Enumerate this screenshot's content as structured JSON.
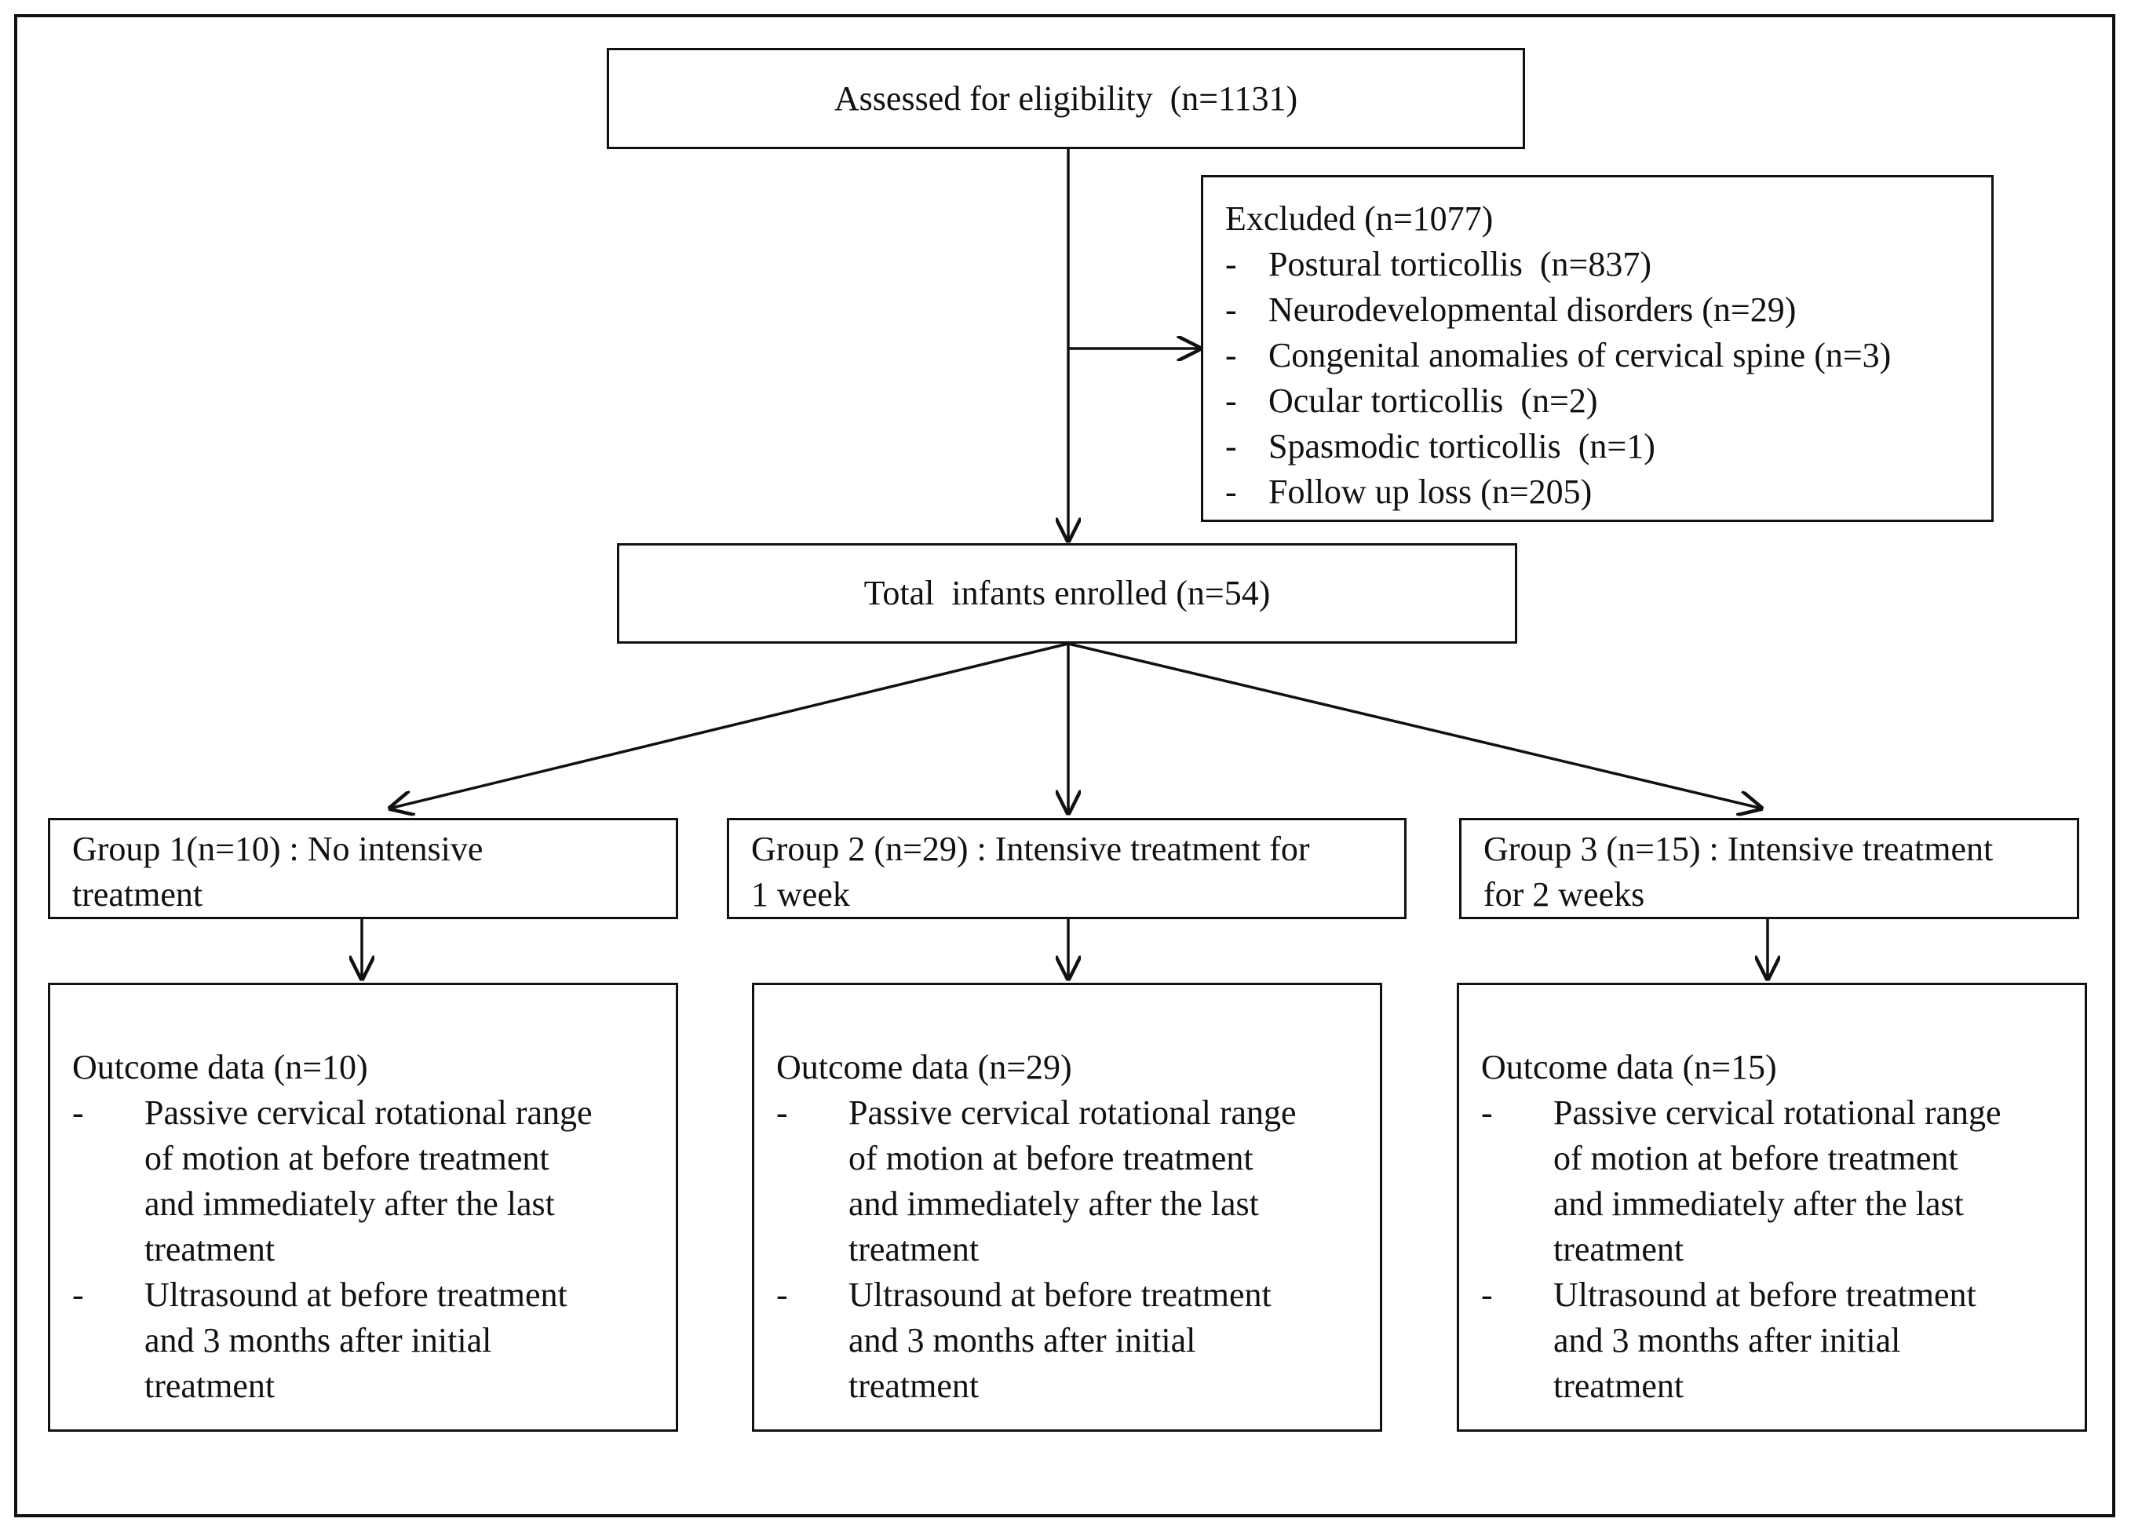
{
  "assessed": {
    "label": "Assessed for eligibility  (n=1131)"
  },
  "excluded": {
    "title": "Excluded (n=1077)",
    "items": [
      "Postural torticollis  (n=837)",
      "Neurodevelopmental disorders (n=29)",
      "Congenital anomalies of cervical spine (n=3)",
      "Ocular torticollis  (n=2)",
      "Spasmodic torticollis  (n=1)",
      "Follow up loss (n=205)"
    ],
    "bullet": "-"
  },
  "enrolled": {
    "label": "Total  infants enrolled (n=54)"
  },
  "groups": [
    {
      "label_line1": "Group 1(n=10) : No intensive",
      "label_line2": "treatment",
      "outcome_title": "Outcome data (n=10)",
      "outcome_items": [
        [
          "Passive cervical rotational range",
          "of motion at before treatment",
          "and immediately after the last",
          "treatment"
        ],
        [
          "Ultrasound at before treatment",
          "and 3 months after initial",
          "treatment"
        ]
      ]
    },
    {
      "label_line1": "Group 2 (n=29) : Intensive treatment for",
      "label_line2": "1 week",
      "outcome_title": "Outcome data (n=29)",
      "outcome_items": [
        [
          "Passive cervical rotational range",
          "of motion at before treatment",
          "and immediately after the last",
          "treatment"
        ],
        [
          "Ultrasound at before treatment",
          "and 3 months after initial",
          "treatment"
        ]
      ]
    },
    {
      "label_line1": "Group 3 (n=15) : Intensive treatment",
      "label_line2": "for 2 weeks",
      "outcome_title": "Outcome data (n=15)",
      "outcome_items": [
        [
          "Passive cervical rotational range",
          "of motion at before treatment",
          "and immediately after the last",
          "treatment"
        ],
        [
          "Ultrasound at before treatment",
          "and 3 months after initial",
          "treatment"
        ]
      ]
    }
  ]
}
